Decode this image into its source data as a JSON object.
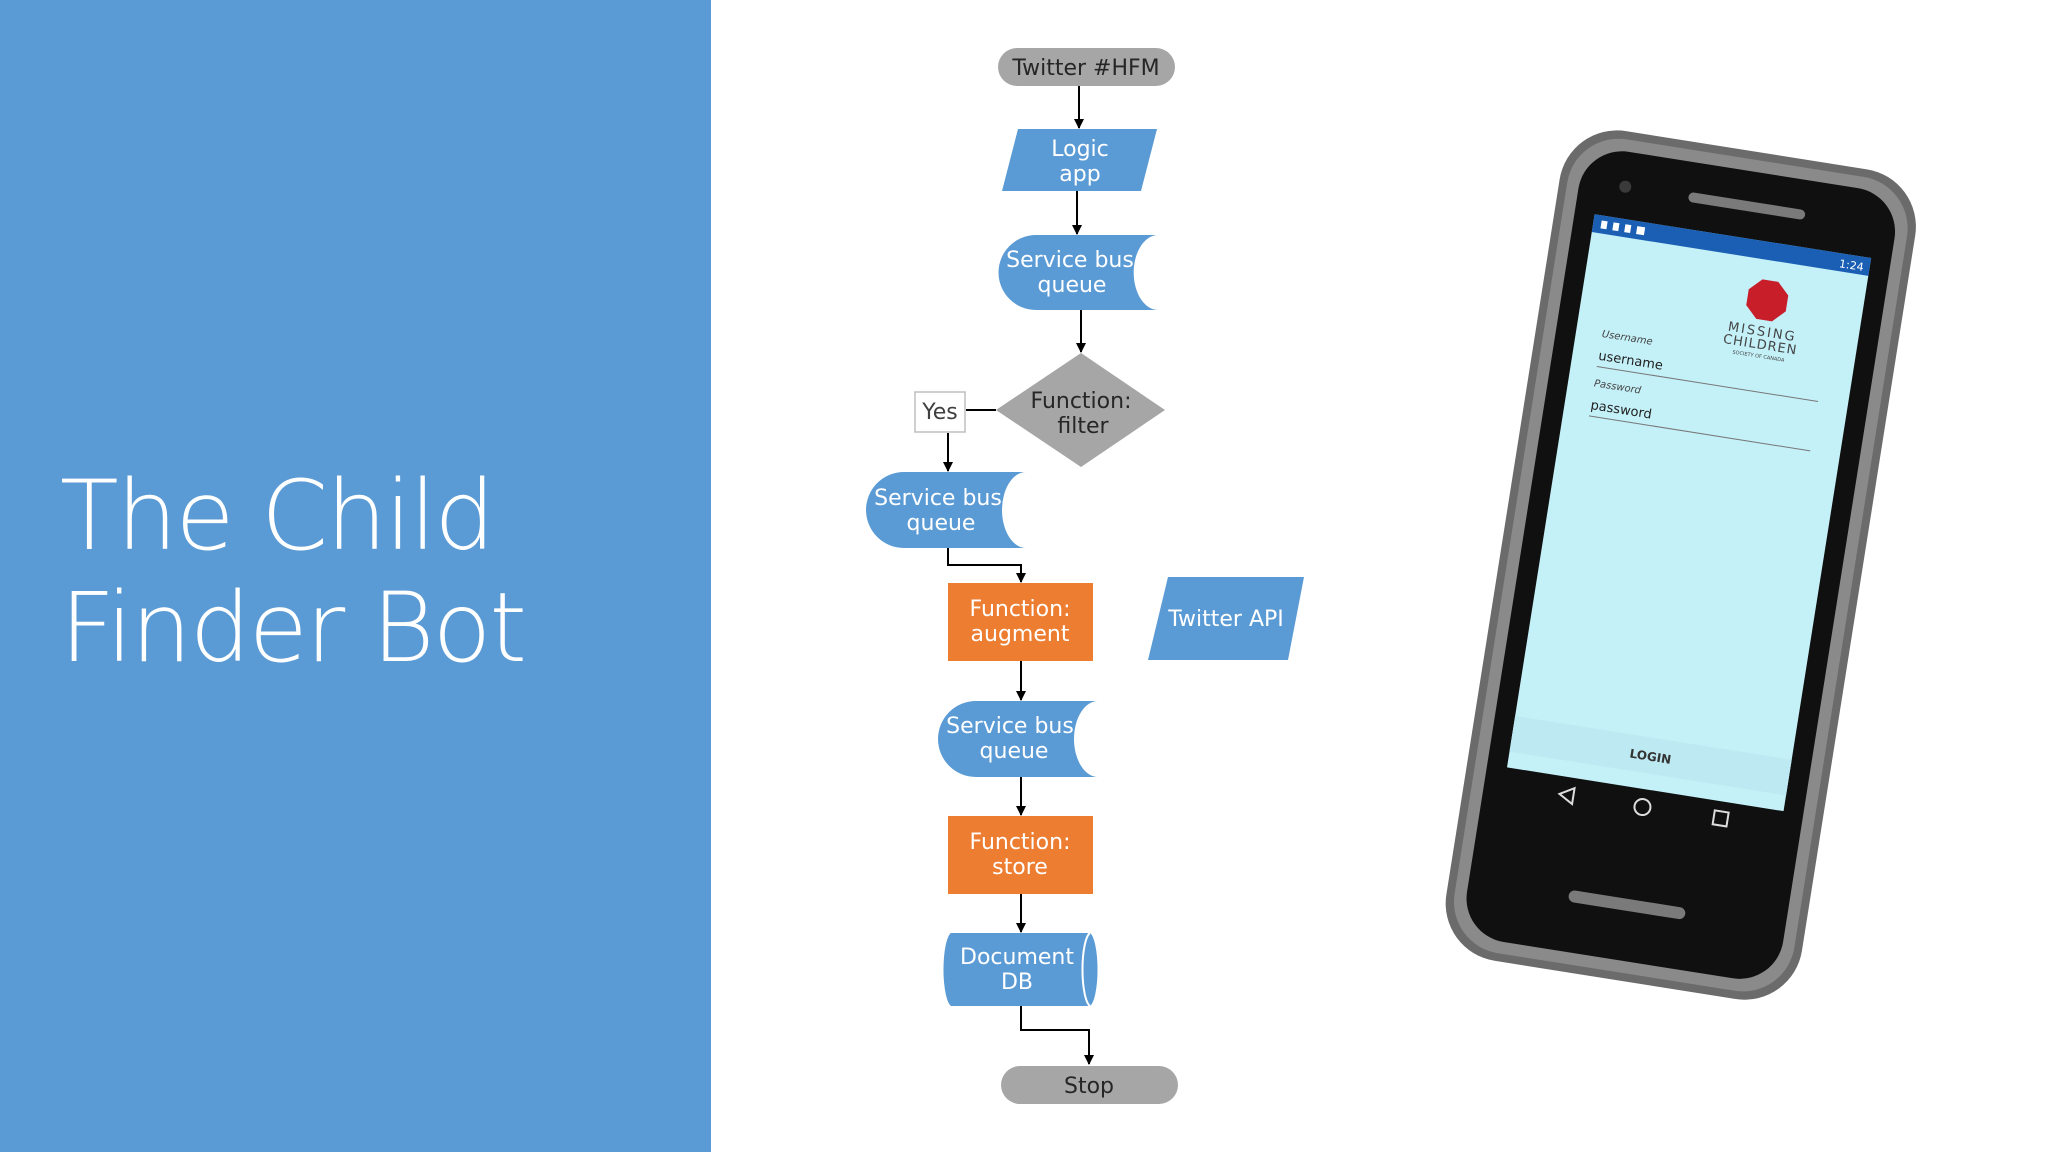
{
  "slide": {
    "title_line1": "The Child",
    "title_line2": "Finder Bot"
  },
  "flowchart": {
    "start": "Twitter #HFM",
    "logic_line1": "Logic",
    "logic_line2": "app",
    "sbq1_line1": "Service bus",
    "sbq1_line2": "queue",
    "decision_line1": "Function:",
    "decision_line2": "filter",
    "yes_label": "Yes",
    "sbq2_line1": "Service bus",
    "sbq2_line2": "queue",
    "augment_line1": "Function:",
    "augment_line2": "augment",
    "twitter_api": "Twitter API",
    "sbq3_line1": "Service bus",
    "sbq3_line2": "queue",
    "store_line1": "Function:",
    "store_line2": "store",
    "db_line1": "Document",
    "db_line2": "DB",
    "stop": "Stop"
  },
  "phone": {
    "status_time": "1:24",
    "logo_line1": "MISSING",
    "logo_line2": "CHILDREN",
    "logo_line3": "SOCIETY OF CANADA",
    "username_label": "Username",
    "username_placeholder": "username",
    "password_label": "Password",
    "password_placeholder": "password",
    "login_button": "LOGIN"
  },
  "colors": {
    "panel_blue": "#5b9bd5",
    "shape_blue": "#5b9bd5",
    "terminator_gray": "#a6a6a6",
    "function_orange": "#ed7d31",
    "screen_cyan": "#c4f0f8"
  }
}
